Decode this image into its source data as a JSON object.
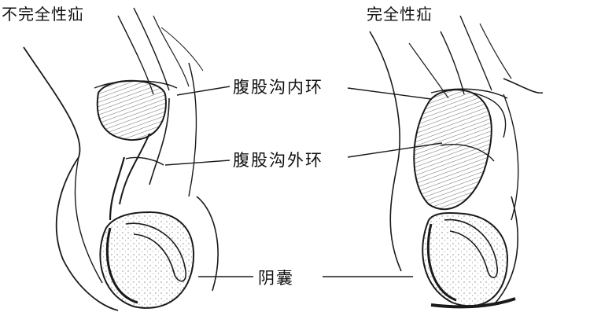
{
  "left_panel": {
    "title": "不完全性疝"
  },
  "right_panel": {
    "title": "完全性疝"
  },
  "labels": {
    "internal_ring": "腹股沟内环",
    "external_ring": "腹股沟外环",
    "scrotum": "阴囊"
  },
  "colors": {
    "line": "#1a1a1a",
    "background": "#ffffff"
  }
}
